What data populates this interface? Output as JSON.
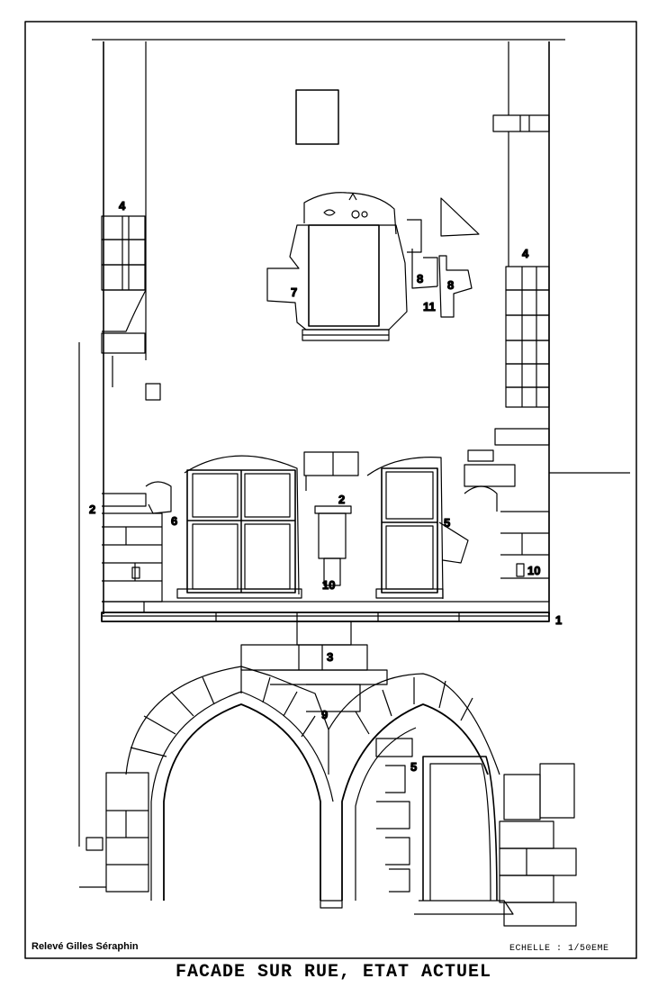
{
  "labels": {
    "l1": "1",
    "l2a": "2",
    "l2b": "2",
    "l3": "3",
    "l4a": "4",
    "l4b": "4",
    "l5a": "5",
    "l5b": "5",
    "l6": "6",
    "l7": "7",
    "l8a": "8",
    "l8b": "8",
    "l9": "9",
    "l10a": "10",
    "l10b": "10",
    "l11": "11"
  },
  "credit": "Relevé Gilles Séraphin",
  "scale": "ECHELLE : 1/50EME",
  "title": "FACADE SUR RUE, ETAT ACTUEL"
}
